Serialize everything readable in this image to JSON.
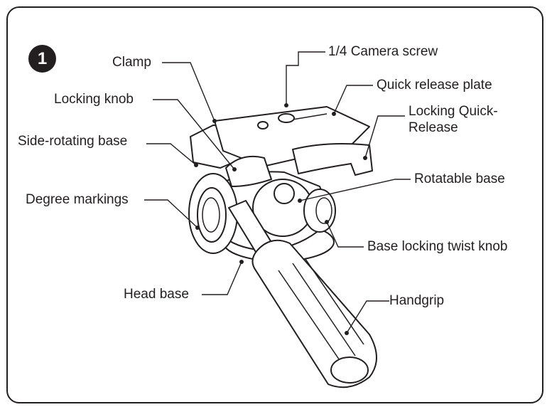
{
  "step_number": "1",
  "labels": {
    "camera_screw": "1/4 Camera screw",
    "clamp": "Clamp",
    "quick_release_plate": "Quick release plate",
    "locking_knob": "Locking knob",
    "locking_quick_release_line1": "Locking Quick-",
    "locking_quick_release_line2": "Release",
    "side_rotating_base": "Side-rotating base",
    "rotatable_base": "Rotatable base",
    "degree_markings": "Degree markings",
    "base_locking_twist_knob": "Base locking twist knob",
    "head_base": "Head base",
    "handgrip": "Handgrip"
  },
  "colors": {
    "ink": "#231f20",
    "paper": "#ffffff"
  }
}
